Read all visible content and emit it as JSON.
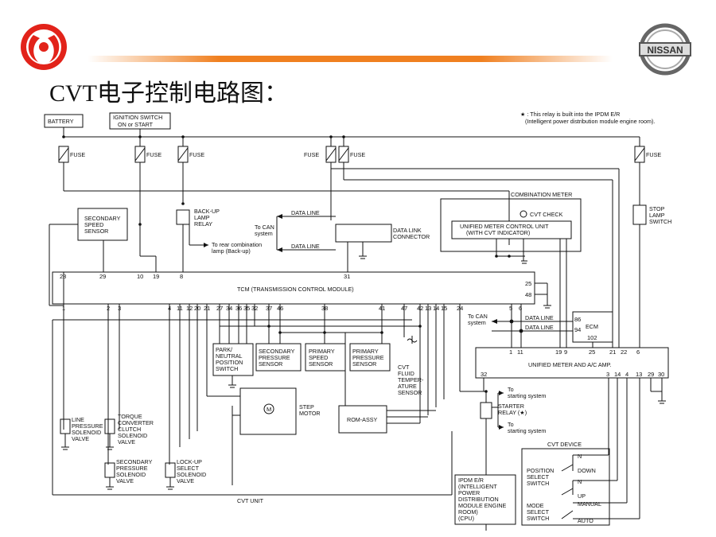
{
  "title": "CVT电子控制电路图：",
  "brand": {
    "right_logo_text": "NISSAN",
    "accent": "#f08020",
    "logo_red": "#e2231a"
  },
  "diagram": {
    "note_line1": "★ : This relay is built into the IPDM E/R",
    "note_line2": "(Intelligent power distribution module engine room).",
    "battery": "BATTERY",
    "ignition_1": "IGNITION SWITCH",
    "ignition_2": "ON or START",
    "fuse": "FUSE",
    "combination_meter": "COMBINATION METER",
    "cvt_check": "CVT CHECK",
    "umcu_1": "UNIFIED METER CONTROL UNIT",
    "umcu_2": "(WITH CVT INDICATOR)",
    "stop_lamp": [
      "STOP",
      "LAMP",
      "SWITCH"
    ],
    "secondary_speed": [
      "SECONDARY",
      "SPEED",
      "SENSOR"
    ],
    "backup_relay": [
      "BACK-UP",
      "LAMP",
      "RELAY"
    ],
    "rear_comb": [
      "To rear combination",
      "lamp (Back-up)"
    ],
    "to_can_system": [
      "To CAN",
      "system"
    ],
    "data_line": "DATA LINE",
    "dlc": [
      "DATA LINK",
      "CONNECTOR"
    ],
    "tcm": "TCM (TRANSMISSION CONTROL MODULE)",
    "ecm": "ECM",
    "unified_amp": "UNIFIED METER AND A/C AMP.",
    "pnp": [
      "PARK/",
      "NEUTRAL",
      "POSITION",
      "SWITCH"
    ],
    "sec_pressure": [
      "SECONDARY",
      "PRESSURE",
      "SENSOR"
    ],
    "prim_speed": [
      "PRIMARY",
      "SPEED",
      "SENSOR"
    ],
    "prim_pressure": [
      "PRIMARY",
      "PRESSURE",
      "SENSOR"
    ],
    "fluid_temp": [
      "CVT",
      "FLUID",
      "TEMPER-",
      "ATURE",
      "SENSOR"
    ],
    "step_motor": [
      "STEP",
      "MOTOR"
    ],
    "motor_symbol": "M",
    "rom_assy": "ROM-ASSY",
    "line_pressure": [
      "LINE",
      "PRESSURE",
      "SOLENOID",
      "VALVE"
    ],
    "torque_conv": [
      "TORQUE",
      "CONVERTER",
      "CLUTCH",
      "SOLENOID",
      "VALVE"
    ],
    "sec_pressure_sol": [
      "SECONDARY",
      "PRESSURE",
      "SOLENOID",
      "VALVE"
    ],
    "lockup_sol": [
      "LOCK-UP",
      "SELECT",
      "SOLENOID",
      "VALVE"
    ],
    "cvt_unit": "CVT UNIT",
    "to_starting": [
      "To",
      "starting system"
    ],
    "starter_relay": [
      "STARTER",
      "RELAY (★)"
    ],
    "ipdm": [
      "IPDM E/R",
      "(INTELLIGENT",
      "POWER",
      "DISTRIBUTION",
      "MODULE ENGINE",
      "ROOM)",
      "(CPU)"
    ],
    "cvt_device": "CVT DEVICE",
    "position_select": [
      "POSITION",
      "SELECT",
      "SWITCH"
    ],
    "mode_select": [
      "MODE",
      "SELECT",
      "SWITCH"
    ],
    "sw_n": "N",
    "sw_down": "DOWN",
    "sw_up": "UP",
    "sw_manual": "MANUAL",
    "sw_auto": "AUTO",
    "tcm_top_pins": [
      "28",
      "29",
      "10",
      "19",
      "8",
      "31"
    ],
    "tcm_bottom_pins": [
      "1",
      "2",
      "3",
      "4",
      "11",
      "12",
      "20",
      "21",
      "27",
      "34",
      "36",
      "35",
      "32",
      "37",
      "46",
      "38",
      "41",
      "47",
      "42",
      "13",
      "14",
      "15",
      "24",
      "5",
      "6"
    ],
    "tcm_right_pins": [
      "25",
      "48"
    ],
    "ecm_pins": [
      "86",
      "94",
      "102"
    ],
    "amp_top_pins": [
      "1",
      "11",
      "19",
      "9",
      "25",
      "21",
      "22",
      "6"
    ],
    "amp_bottom_pins": [
      "32",
      "3",
      "14",
      "4",
      "13",
      "29",
      "30"
    ]
  }
}
